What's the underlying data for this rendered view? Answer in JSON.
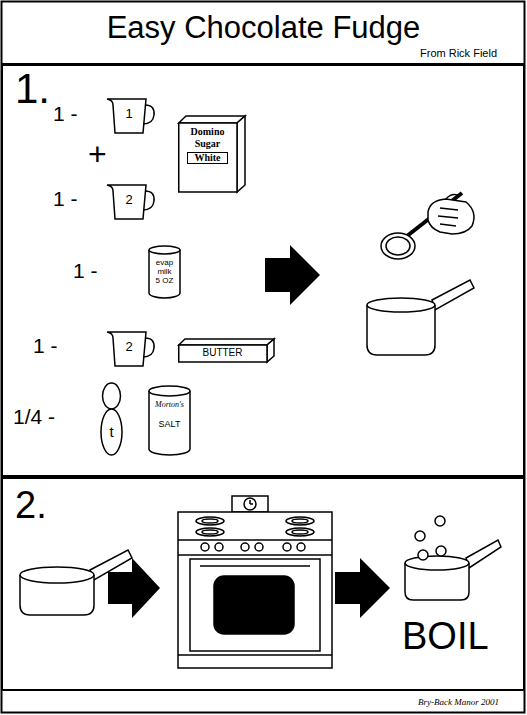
{
  "diagram": {
    "title": "Easy Chocolate Fudge",
    "nodes": [
      {
        "text": [
          "1."
        ]
      },
      {
        "text": [
          "1"
        ],
        "in": 0
      },
      {
        "text": [
          "Domino Sugar",
          "White"
        ],
        "in": 0
      },
      {
        "text": [
          "2"
        ],
        "in": 0
      },
      {
        "text": [
          "evap milk 5 OZ"
        ],
        "in": 0
      },
      {
        "text": [
          "2"
        ],
        "in": 0
      },
      {
        "text": [
          "BUTTER"
        ],
        "in": 0
      },
      {
        "text": [
          "t"
        ],
        "in": 0
      },
      {
        "text": [
          "Morton's",
          "SALT"
        ],
        "in": 0
      },
      {
        "text": [
          "2."
        ]
      }
    ],
    "labels": [
      "From Rick Field",
      "1 -",
      "+",
      "1 -",
      "1 -",
      "1 -",
      "1/4 -",
      "BOIL",
      "Bry-Back Manor 2001"
    ]
  }
}
